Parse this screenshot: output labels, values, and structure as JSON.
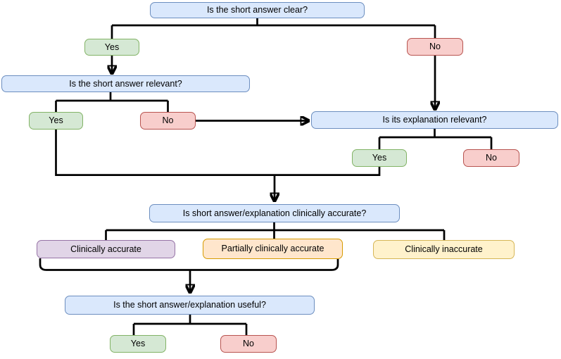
{
  "colors": {
    "background": "#ffffff",
    "connector": "#000000",
    "question-fill": "#dae8fc",
    "question-stroke": "#6c8ebf",
    "yes-fill": "#d5e8d4",
    "yes-stroke": "#82b366",
    "no-fill": "#f8cecc",
    "no-stroke": "#b85450",
    "accurate-fill": "#e1d5e7",
    "accurate-stroke": "#9673a6",
    "partial-fill": "#ffe6cc",
    "partial-stroke": "#d79b00",
    "inaccurate-fill": "#fff2cc",
    "inaccurate-stroke": "#d6b656"
  },
  "flowchart": {
    "nodes": {
      "q_clear": {
        "label": "Is the short answer clear?"
      },
      "q_clear_yes": {
        "label": "Yes"
      },
      "q_clear_no": {
        "label": "No"
      },
      "q_answer_relevant": {
        "label": "Is the short answer relevant?"
      },
      "q_answer_relevant_yes": {
        "label": "Yes"
      },
      "q_answer_relevant_no": {
        "label": "No"
      },
      "q_explanation_relevant": {
        "label": "Is its explanation relevant?"
      },
      "q_explanation_relevant_yes": {
        "label": "Yes"
      },
      "q_explanation_relevant_no": {
        "label": "No"
      },
      "q_accurate": {
        "label": "Is short answer/explanation clinically accurate?"
      },
      "outcome_accurate": {
        "label": "Clinically accurate"
      },
      "outcome_partially_accurate": {
        "label": "Partially clinically accurate"
      },
      "outcome_inaccurate": {
        "label": "Clinically inaccurate"
      },
      "q_useful": {
        "label": "Is the short answer/explanation useful?"
      },
      "q_useful_yes": {
        "label": "Yes"
      },
      "q_useful_no": {
        "label": "No"
      }
    },
    "edges": [
      {
        "from": "q_clear",
        "to": "q_clear_yes",
        "arrow": false
      },
      {
        "from": "q_clear",
        "to": "q_clear_no",
        "arrow": false
      },
      {
        "from": "q_clear_yes",
        "to": "q_answer_relevant",
        "arrow": true
      },
      {
        "from": "q_clear_no",
        "to": "q_explanation_relevant",
        "arrow": true
      },
      {
        "from": "q_answer_relevant",
        "to": "q_answer_relevant_yes",
        "arrow": false
      },
      {
        "from": "q_answer_relevant",
        "to": "q_answer_relevant_no",
        "arrow": false
      },
      {
        "from": "q_answer_relevant_no",
        "to": "q_explanation_relevant",
        "arrow": true
      },
      {
        "from": "q_explanation_relevant",
        "to": "q_explanation_relevant_yes",
        "arrow": false
      },
      {
        "from": "q_explanation_relevant",
        "to": "q_explanation_relevant_no",
        "arrow": false
      },
      {
        "from": "q_answer_relevant_yes",
        "to": "q_accurate",
        "arrow": true
      },
      {
        "from": "q_explanation_relevant_yes",
        "to": "q_accurate",
        "arrow": true
      },
      {
        "from": "q_accurate",
        "to": "outcome_accurate",
        "arrow": false
      },
      {
        "from": "q_accurate",
        "to": "outcome_partially_accurate",
        "arrow": false
      },
      {
        "from": "q_accurate",
        "to": "outcome_inaccurate",
        "arrow": false
      },
      {
        "from": "outcome_accurate",
        "to": "q_useful",
        "arrow": true
      },
      {
        "from": "outcome_partially_accurate",
        "to": "q_useful",
        "arrow": true
      },
      {
        "from": "q_useful",
        "to": "q_useful_yes",
        "arrow": false
      },
      {
        "from": "q_useful",
        "to": "q_useful_no",
        "arrow": false
      }
    ]
  }
}
